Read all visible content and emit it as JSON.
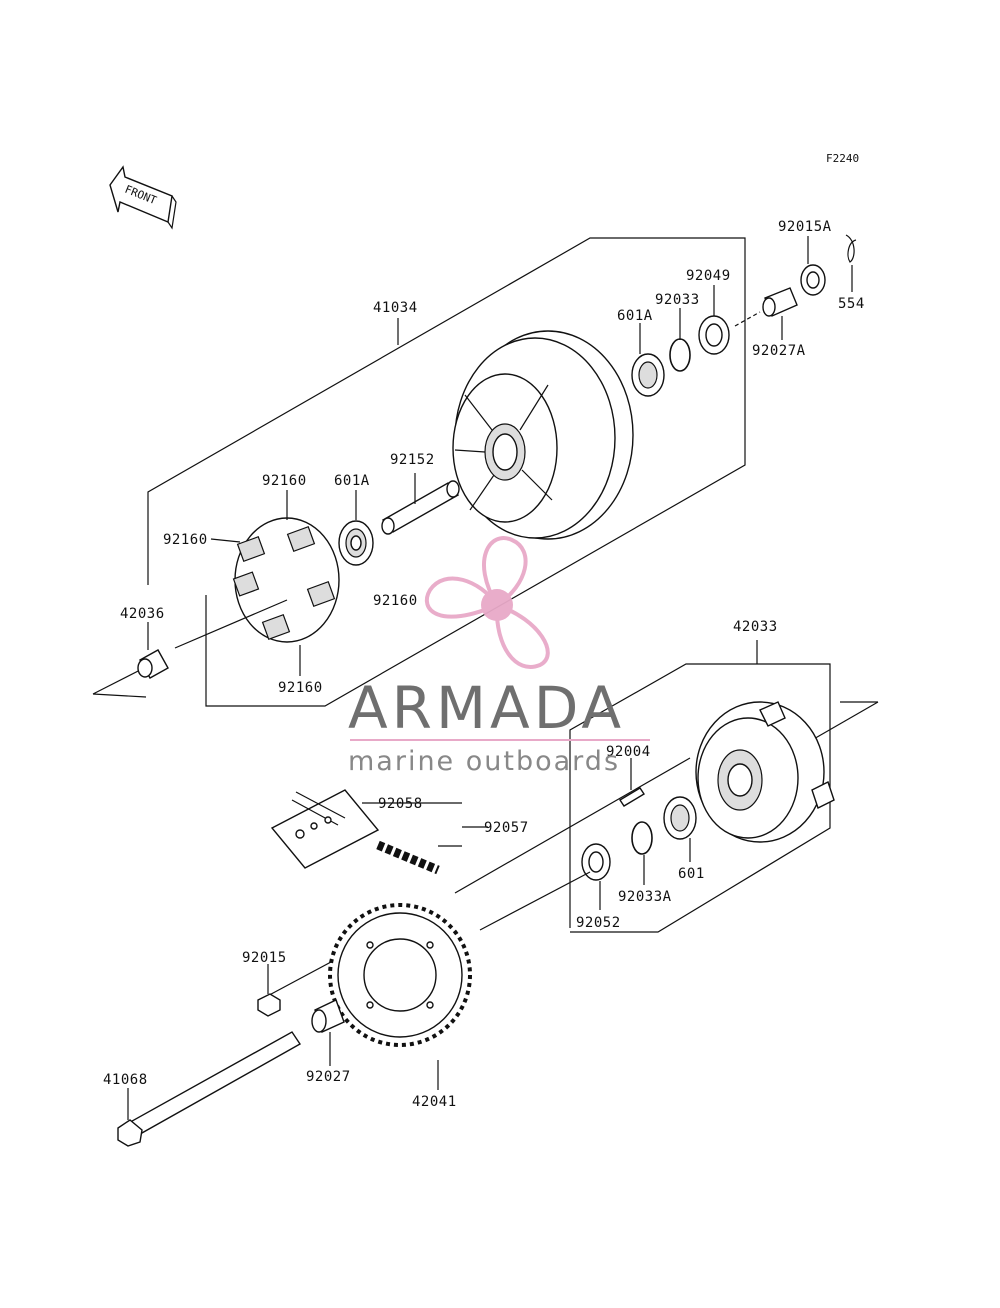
{
  "diagram": {
    "code": "F2240",
    "front_arrow": "FRONT",
    "part_labels": {
      "p41034": "41034",
      "p92015A": "92015A",
      "p554": "554",
      "p92049": "92049",
      "p92033": "92033",
      "p601A_top": "601A",
      "p92027A": "92027A",
      "p92152": "92152",
      "p92160_a": "92160",
      "p601A_mid": "601A",
      "p92160_b": "92160",
      "p42036": "42036",
      "p92160_c": "92160",
      "p92160_d": "92160",
      "p42033": "42033",
      "p92004": "92004",
      "p92058": "92058",
      "p92057": "92057",
      "p601": "601",
      "p92033A": "92033A",
      "p92052": "92052",
      "p92015": "92015",
      "p41068": "41068",
      "p92027": "92027",
      "p42041": "42041"
    }
  },
  "watermark": {
    "brand": "ARMADA",
    "tagline": "marine outboards",
    "colors": {
      "logo": "#e8a9c8",
      "text": "#6f6f6f",
      "line": "#e8a9c8"
    }
  }
}
